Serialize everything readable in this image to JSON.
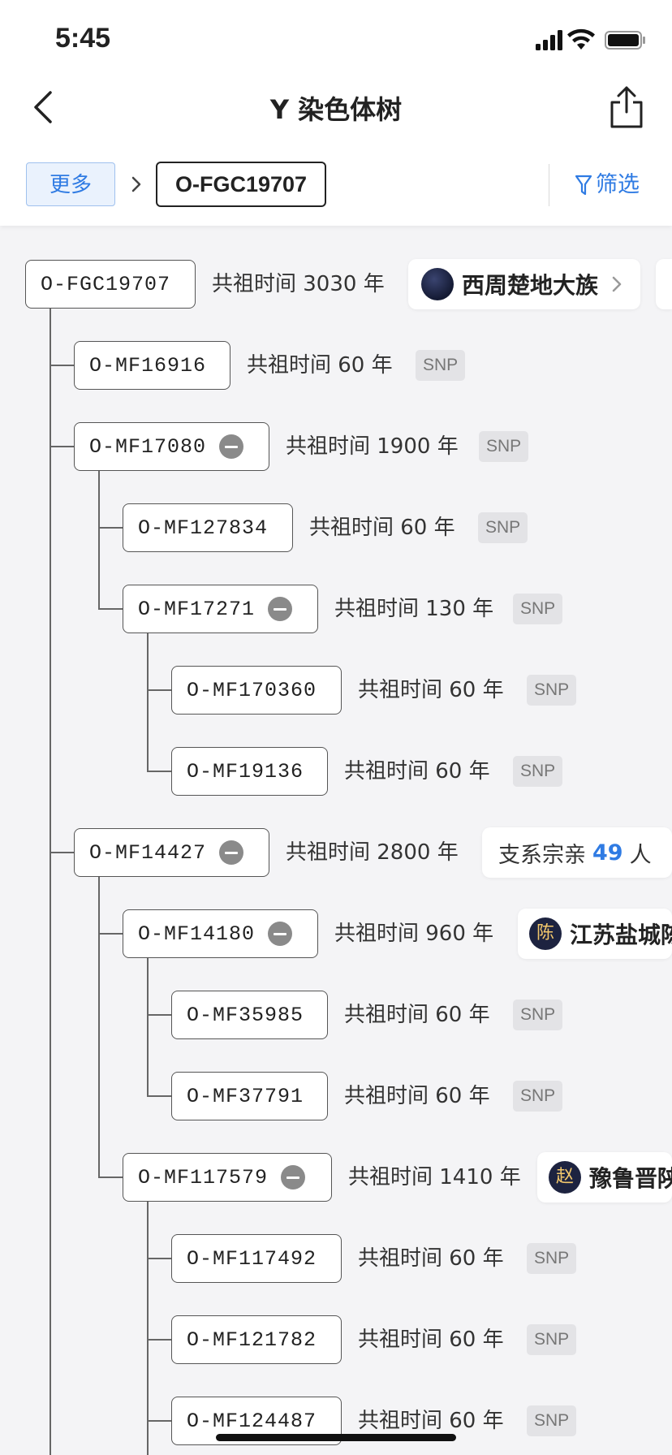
{
  "status": {
    "time": "5:45"
  },
  "nav": {
    "title": "Y 染色体树"
  },
  "breadcrumb": {
    "more_label": "更多",
    "current": "O-FGC19707"
  },
  "filter": {
    "label": "筛选"
  },
  "colors": {
    "accent": "#2f7be3",
    "line": "#666666",
    "snp_bg": "#e3e3e6"
  },
  "tree": {
    "root": {
      "id": "O-FGC19707",
      "info": "共祖时间 3030 年",
      "card": {
        "text": "西周楚地大族",
        "icon": "avatar-circle"
      }
    },
    "nodes": [
      {
        "id": "O-MF16916",
        "info": "共祖时间 60 年",
        "tag": "SNP"
      },
      {
        "id": "O-MF17080",
        "info": "共祖时间 1900 年",
        "tag": "SNP"
      },
      {
        "id": "O-MF127834",
        "info": "共祖时间 60 年",
        "tag": "SNP"
      },
      {
        "id": "O-MF17271",
        "info": "共祖时间 130 年",
        "tag": "SNP"
      },
      {
        "id": "O-MF170360",
        "info": "共祖时间 60 年",
        "tag": "SNP"
      },
      {
        "id": "O-MF19136",
        "info": "共祖时间 60 年",
        "tag": "SNP"
      },
      {
        "id": "O-MF14427",
        "info": "共祖时间 2800 年",
        "card": {
          "prefix": "支系宗亲",
          "count": "49",
          "suffix": "人"
        }
      },
      {
        "id": "O-MF14180",
        "info": "共祖时间 960 年",
        "card": {
          "avatar": "陈",
          "text": "江苏盐城陈"
        }
      },
      {
        "id": "O-MF35985",
        "info": "共祖时间 60 年",
        "tag": "SNP"
      },
      {
        "id": "O-MF37791",
        "info": "共祖时间 60 年",
        "tag": "SNP"
      },
      {
        "id": "O-MF117579",
        "info": "共祖时间 1410 年",
        "card": {
          "avatar": "赵",
          "text": "豫鲁晋陕"
        }
      },
      {
        "id": "O-MF117492",
        "info": "共祖时间 60 年",
        "tag": "SNP"
      },
      {
        "id": "O-MF121782",
        "info": "共祖时间 60 年",
        "tag": "SNP"
      },
      {
        "id": "O-MF124487",
        "info": "共祖时间 60 年",
        "tag": "SNP"
      }
    ]
  }
}
